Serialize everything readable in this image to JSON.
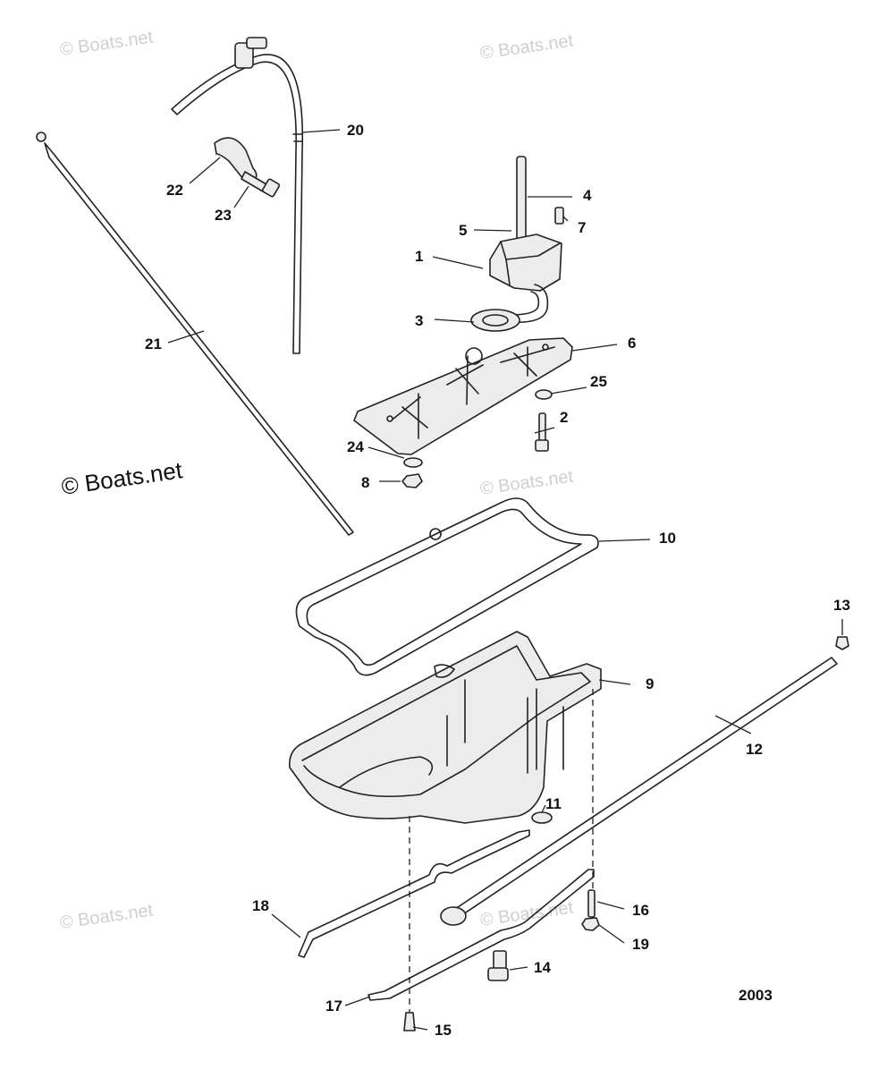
{
  "watermarks": [
    "© Boats.net",
    "© Boats.net",
    "© Boats.net",
    "© Boats.net",
    "© Boats.net"
  ],
  "watermark_main": "© Boats.net",
  "year_label": "2003",
  "callouts": [
    "1",
    "2",
    "3",
    "4",
    "5",
    "6",
    "7",
    "8",
    "9",
    "10",
    "11",
    "12",
    "13",
    "14",
    "15",
    "16",
    "17",
    "18",
    "19",
    "20",
    "21",
    "22",
    "23",
    "24",
    "25"
  ]
}
